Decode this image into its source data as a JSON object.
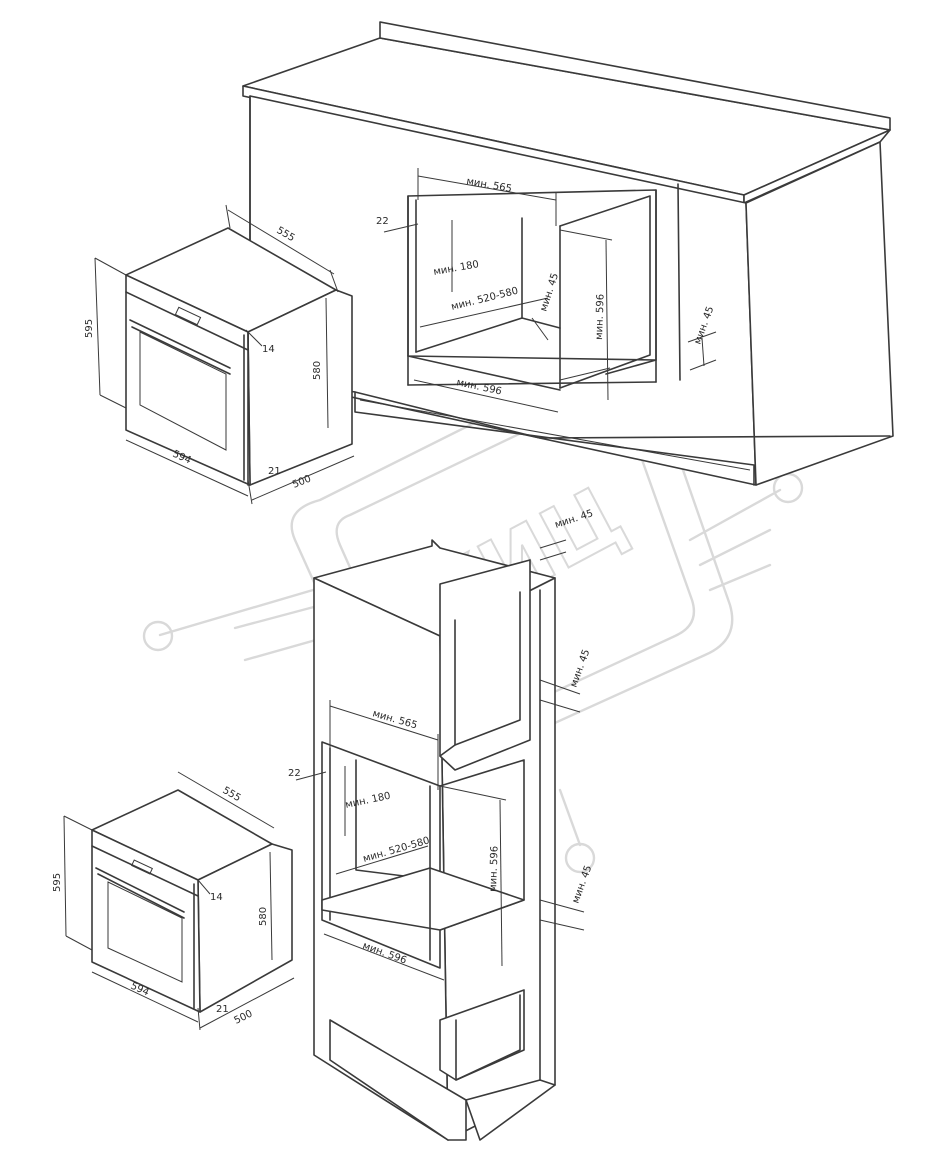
{
  "watermark": {
    "text": "КИЦ"
  },
  "top_cabinet": {
    "width": "мин. 565",
    "side_gap": "22",
    "top_gap": "мин. 180",
    "depth": "мин. 520-580",
    "back_gap": "мин. 45",
    "height": "мин. 596",
    "bottom_width": "мин. 596",
    "right_gap": "мин. 45"
  },
  "top_oven": {
    "depth_top": "555",
    "height_total": "595",
    "panel": "14",
    "body_height": "580",
    "width": "594",
    "door": "21",
    "depth_body": "500"
  },
  "column_cabinet": {
    "top_gap": "мин. 45",
    "upper_gap": "мин. 45",
    "width": "мин. 565",
    "side_gap": "22",
    "vent": "мин. 180",
    "depth": "мин. 520-580",
    "height": "мин. 596",
    "lower_gap": "мин. 45",
    "bottom_width": "мин. 596"
  },
  "bottom_oven": {
    "depth_top": "555",
    "height_total": "595",
    "panel": "14",
    "body_height": "580",
    "width": "594",
    "door": "21",
    "depth_body": "500"
  }
}
